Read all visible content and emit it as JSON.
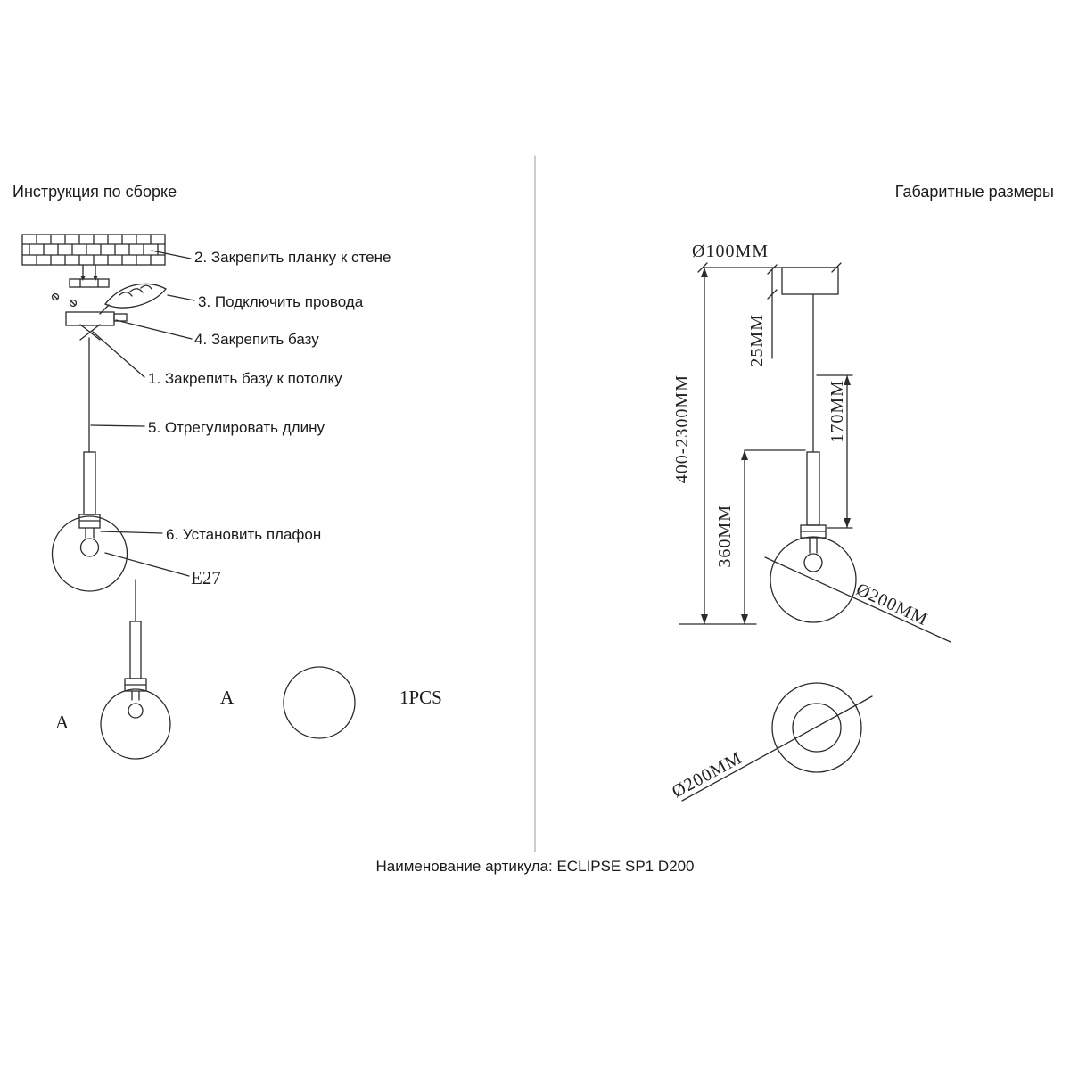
{
  "titles": {
    "left": "Инструкция по сборке",
    "right": "Габаритные размеры"
  },
  "steps": [
    "2. Закрепить планку к стене",
    "3. Подключить провода",
    "4. Закрепить базу",
    "1. Закрепить базу к потолку",
    "5. Отрегулировать длину",
    "6. Установить плафон"
  ],
  "labels": {
    "bulb_type": "E27",
    "view_a_left": "А",
    "view_a_mid": "А",
    "pcs": "1PCS"
  },
  "dimensions": {
    "canopy_diameter": "Ø100MM",
    "canopy_height": "25MM",
    "rod_length": "170MM",
    "suspension_range": "400-2300MM",
    "fixed_length": "360MM",
    "shade_diameter_side": "Ø200MM",
    "shade_diameter_bottom": "Ø200MM"
  },
  "footer": {
    "article": "Наименование артикула: ECLIPSE SP1 D200"
  }
}
